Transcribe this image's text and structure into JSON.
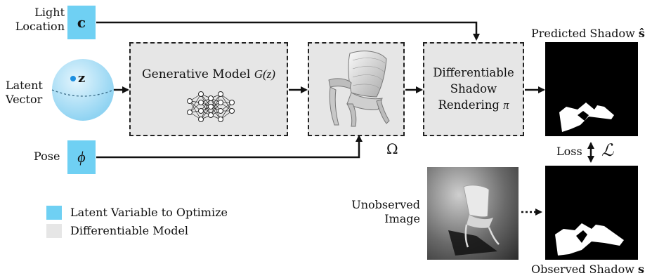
{
  "inputs": {
    "light": {
      "label_line1": "Light",
      "label_line2": "Location",
      "symbol": "c"
    },
    "latent": {
      "label_line1": "Latent",
      "label_line2": "Vector",
      "symbol": "z"
    },
    "pose": {
      "label": "Pose",
      "symbol": "ϕ"
    }
  },
  "modules": {
    "generative": {
      "label": "Generative Model",
      "symbol": "G(z)"
    },
    "mesh": {
      "symbol": "Ω"
    },
    "renderer": {
      "line1": "Differentiable",
      "line2": "Shadow",
      "line3": "Rendering",
      "symbol": "π"
    }
  },
  "outputs": {
    "predicted": {
      "label": "Predicted Shadow",
      "symbol": "ŝ"
    },
    "observed": {
      "label": "Observed Shadow",
      "symbol": "s"
    },
    "loss": {
      "label": "Loss",
      "symbol": "ℒ"
    },
    "unobserved": {
      "line1": "Unobserved",
      "line2": "Image"
    }
  },
  "legend": {
    "items": [
      {
        "label": "Latent Variable to Optimize",
        "color": "#6fd0f3"
      },
      {
        "label": "Differentiable Model",
        "color": "#e6e6e6"
      }
    ]
  },
  "colors": {
    "latent": "#6fd0f3",
    "module_fill": "#e6e6e6",
    "sphere": "#a8dff6",
    "point": "#1d8fe0"
  }
}
